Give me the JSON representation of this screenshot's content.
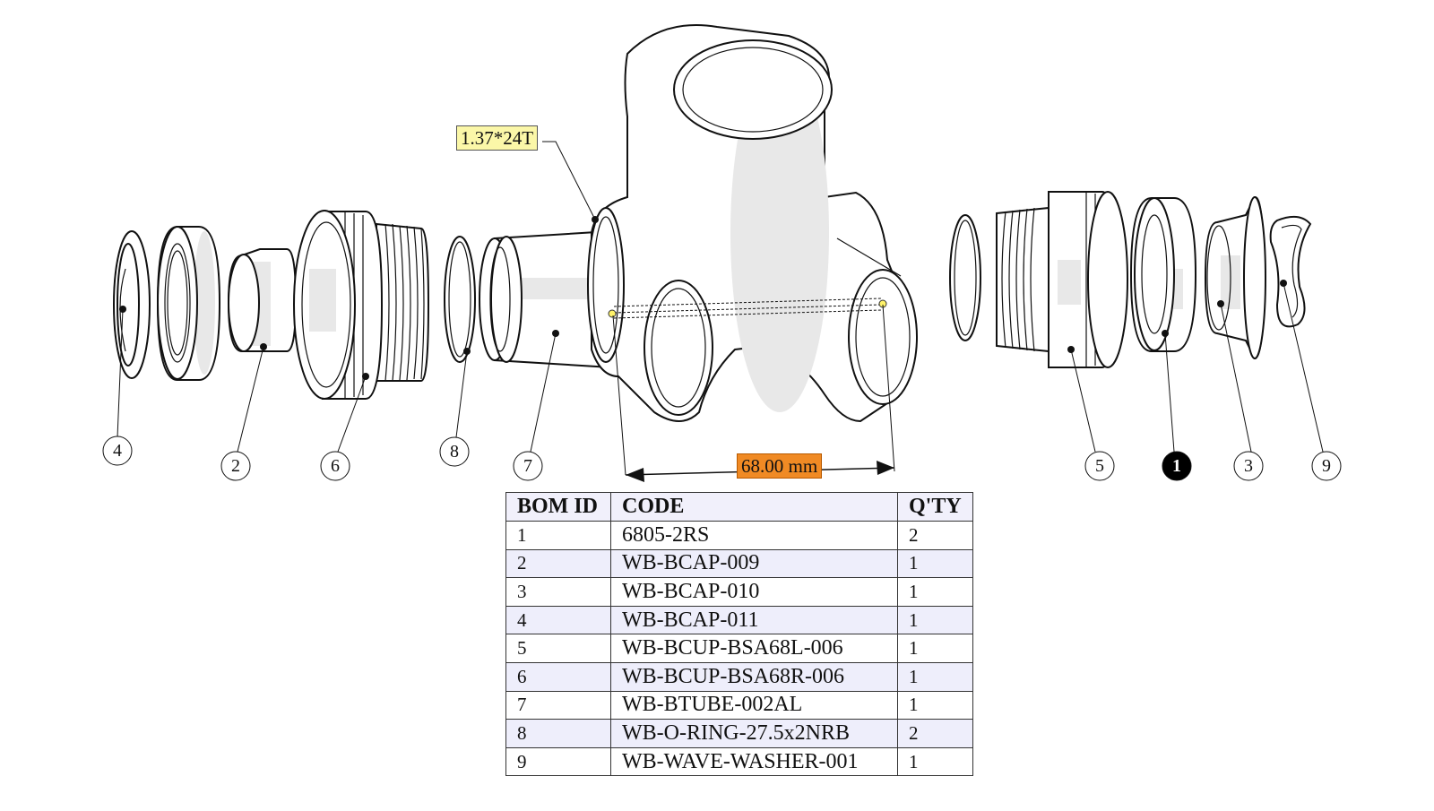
{
  "callouts": {
    "thread_spec": "1.37*24T",
    "shell_width": "68.00 mm"
  },
  "balloons": [
    "4",
    "2",
    "6",
    "8",
    "7",
    "5",
    "1",
    "3",
    "9"
  ],
  "active_balloon": "1",
  "bom": {
    "headers": [
      "BOM ID",
      "CODE",
      "Q'TY"
    ],
    "rows": [
      {
        "id": "1",
        "code": "6805-2RS",
        "qty": "2"
      },
      {
        "id": "2",
        "code": "WB-BCAP-009",
        "qty": "1"
      },
      {
        "id": "3",
        "code": "WB-BCAP-010",
        "qty": "1"
      },
      {
        "id": "4",
        "code": "WB-BCAP-011",
        "qty": "1"
      },
      {
        "id": "5",
        "code": "WB-BCUP-BSA68L-006",
        "qty": "1"
      },
      {
        "id": "6",
        "code": "WB-BCUP-BSA68R-006",
        "qty": "1"
      },
      {
        "id": "7",
        "code": "WB-BTUBE-002AL",
        "qty": "1"
      },
      {
        "id": "8",
        "code": "WB-O-RING-27.5x2NRB",
        "qty": "2"
      },
      {
        "id": "9",
        "code": "WB-WAVE-WASHER-001",
        "qty": "1"
      }
    ]
  },
  "colors": {
    "thread_callout_bg": "#fbf7a8",
    "dimension_callout_bg": "#f08a24",
    "table_header_bg": "#f1f0fb",
    "table_alt_row_bg": "#eeeefb"
  }
}
